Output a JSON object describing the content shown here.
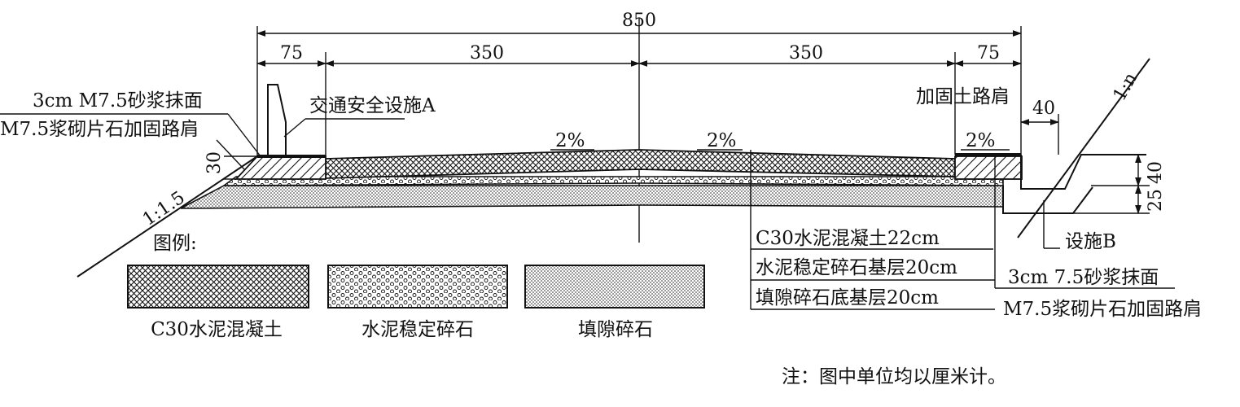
{
  "dimensions": {
    "total": "850",
    "left_shoulder": "75",
    "left_lane": "350",
    "right_lane": "350",
    "right_shoulder": "75",
    "right_shoulder_gap": "40",
    "curb_height": "30",
    "ditch_depth_1": "40",
    "ditch_depth_2": "25"
  },
  "slopes": {
    "left_embankment": "1:1.5",
    "right_embankment": "1:n",
    "cross_fall_left": "2%",
    "cross_fall_center": "2%",
    "cross_fall_right": "2%"
  },
  "labels": {
    "left_mortar_finish": "3cm M7.5砂浆抹面",
    "left_stone_shoulder": "M7.5浆砌片石加固路肩",
    "traffic_facility_a": "交通安全设施A",
    "soil_shoulder": "加固土路肩",
    "facility_b": "设施B",
    "right_mortar_finish": "3cm 7.5砂浆抹面",
    "right_stone_shoulder": "M7.5浆砌片石加固路肩"
  },
  "layers": [
    "C30水泥混凝土22cm",
    "水泥稳定碎石基层20cm",
    "填隙碎石底基层20cm"
  ],
  "legend": {
    "title": "图例:",
    "items": [
      {
        "label": "C30水泥混凝土",
        "pattern": "crosshatch"
      },
      {
        "label": "水泥稳定碎石",
        "pattern": "circles"
      },
      {
        "label": "填隙碎石",
        "pattern": "dots"
      }
    ]
  },
  "note": "注：图中单位均以厘米计。"
}
